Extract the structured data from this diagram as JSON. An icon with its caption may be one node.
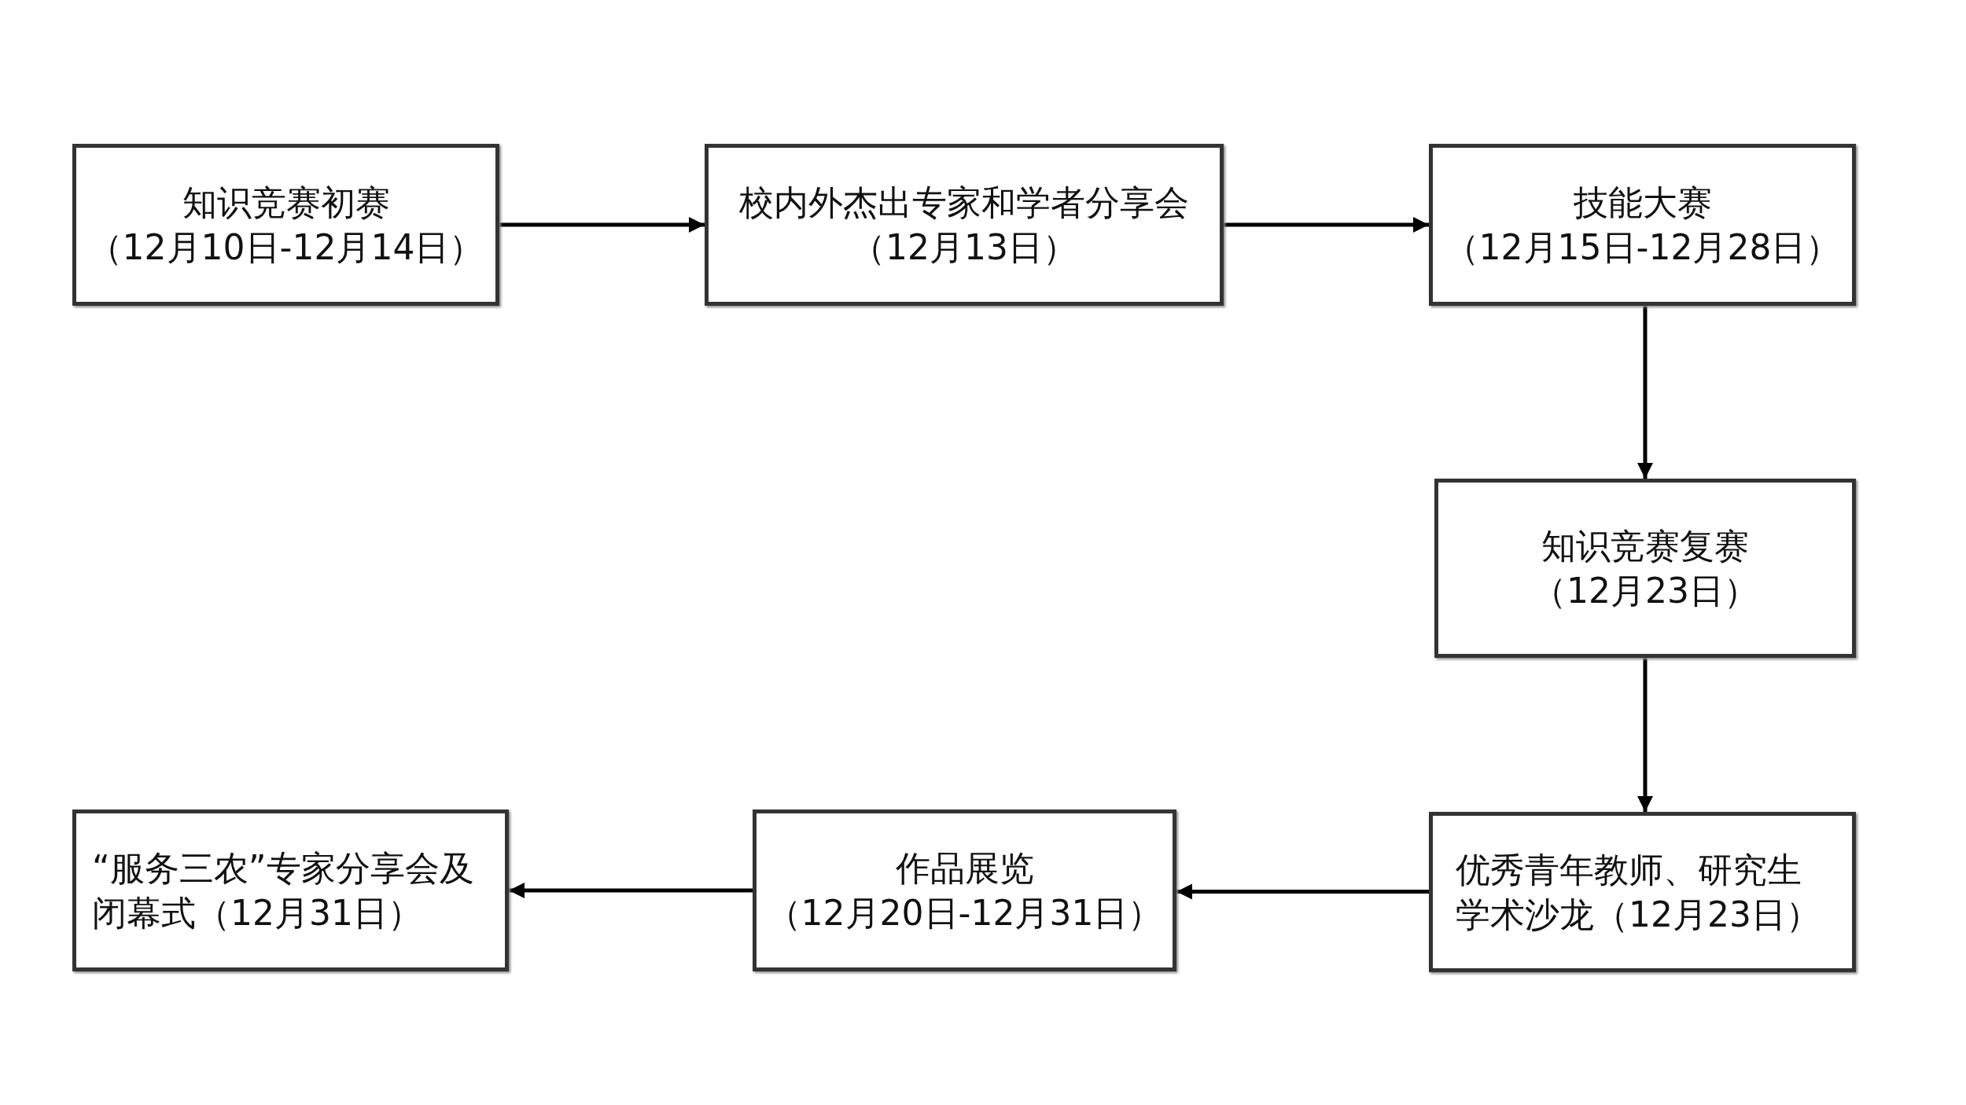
{
  "diagram": {
    "nodes": [
      {
        "text": [
          "知识竞赛初赛",
          "（12月10日-12月14日）"
        ]
      },
      {
        "text": [
          "校内外杰出专家和学者分享会",
          "（12月13日）"
        ]
      },
      {
        "text": [
          "技能大赛",
          "（12月15日-12月28日）"
        ]
      },
      {
        "text": [
          "知识竞赛复赛",
          "（12月23日）"
        ]
      },
      {
        "text": [
          "优秀青年教师、研究生学术沙龙（12月23日）"
        ]
      },
      {
        "text": [
          "作品展览",
          "（12月20日-12月31日）"
        ]
      },
      {
        "text": [
          "“服务三农”专家分享会及闭幕式（12月31日）"
        ]
      }
    ],
    "edges": [
      {
        "from": 0,
        "to": 1,
        "arrow": "to"
      },
      {
        "from": 1,
        "to": 2,
        "arrow": "to"
      },
      {
        "from": 2,
        "to": 3,
        "arrow": "to"
      },
      {
        "from": 3,
        "to": 4,
        "arrow": "to"
      },
      {
        "from": 4,
        "to": 5,
        "arrow": "to"
      },
      {
        "from": 5,
        "to": 6,
        "arrow": "to"
      }
    ]
  }
}
